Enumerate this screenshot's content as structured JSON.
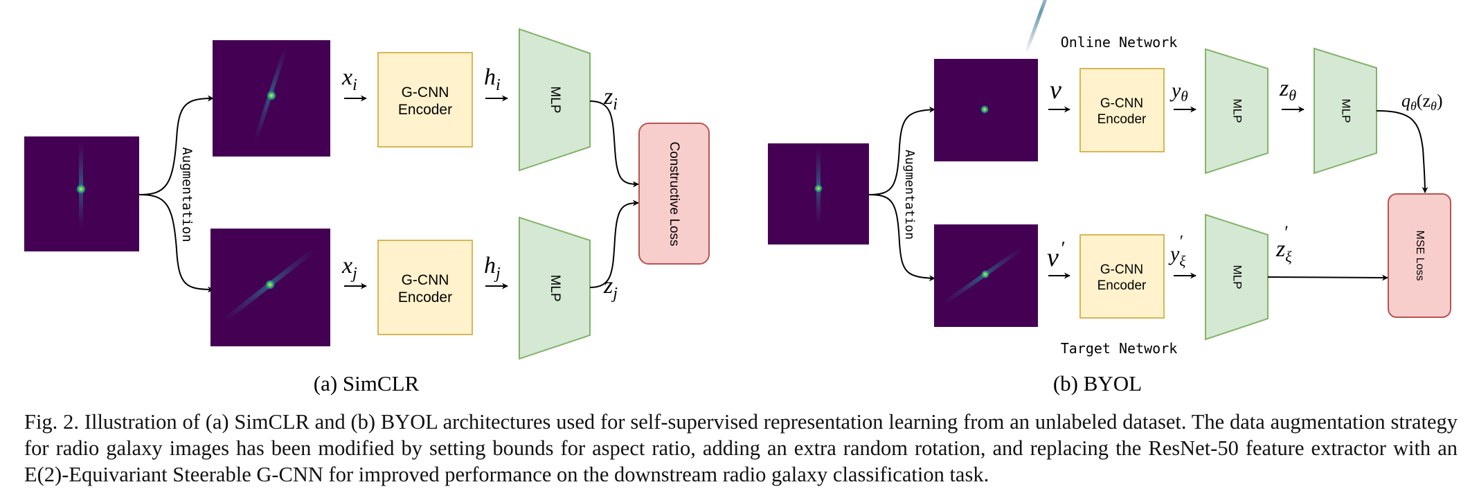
{
  "simclr": {
    "augmentation_label": "Augmentation",
    "top_input_label": "x",
    "top_input_sub": "i",
    "bottom_input_label": "x",
    "bottom_input_sub": "j",
    "encoder_line1": "G-CNN",
    "encoder_line2": "Encoder",
    "top_feature_label": "h",
    "top_feature_sub": "i",
    "bottom_feature_label": "h",
    "bottom_feature_sub": "j",
    "mlp_label": "MLP",
    "top_projection_label": "z",
    "top_projection_sub": "i",
    "bottom_projection_label": "z",
    "bottom_projection_sub": "j",
    "loss_label": "Constructive Loss",
    "subcaption": "(a) SimCLR"
  },
  "byol": {
    "online_title": "Online Network",
    "target_title": "Target Network",
    "augmentation_label": "Augmentation",
    "online_view": "v",
    "target_view": "v",
    "target_view_prime": "′",
    "encoder_line1": "G-CNN",
    "encoder_line2": "Encoder",
    "online_y": "y",
    "online_y_sub": "θ",
    "target_y": "y",
    "target_y_sub": "ξ",
    "target_y_prime": "′",
    "mlp_label": "MLP",
    "online_z": "z",
    "online_z_sub": "θ",
    "target_z": "z",
    "target_z_sub": "ξ",
    "target_z_prime": "′",
    "predictor_q": "q",
    "predictor_q_sub": "θ",
    "predictor_q_args": "(z",
    "predictor_q_args_sub": "θ",
    "predictor_q_close": ")",
    "loss_label": "MSE Loss",
    "subcaption": "(b) BYOL"
  },
  "caption": {
    "text": "Fig. 2.  Illustration of (a) SimCLR and (b) BYOL architectures used for self-supervised representation learning from an unlabeled dataset. The data augmentation strategy for radio galaxy images has been modified by setting bounds for aspect ratio, adding an extra random rotation, and replacing the ResNet-50 feature extractor with an E(2)-Equivariant Steerable G-CNN for improved performance on the downstream radio galaxy classification task."
  },
  "colors": {
    "encoder_fill": "#fff2cc",
    "encoder_stroke": "#d6b656",
    "mlp_fill": "#d5e8d4",
    "mlp_stroke": "#82b366",
    "loss_fill": "#f8cecc",
    "loss_stroke": "#b85450",
    "galaxy_bg": "#440154"
  }
}
